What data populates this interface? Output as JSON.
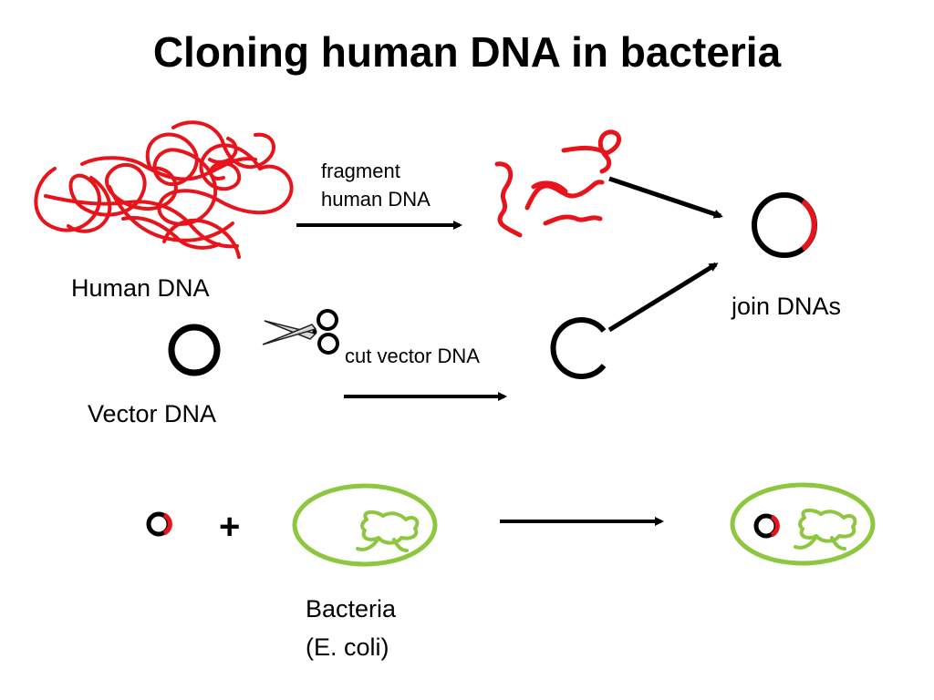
{
  "title": "Cloning human DNA in bacteria",
  "labels": {
    "human_dna": "Human DNA",
    "vector_dna": "Vector DNA",
    "fragment_line1": "fragment",
    "fragment_line2": "human DNA",
    "cut_vector": "cut vector DNA",
    "join_dnas": "join DNAs",
    "plus": "+",
    "bacteria_line1": "Bacteria",
    "bacteria_line2": "(E. coli)"
  },
  "colors": {
    "human_dna": "#e8141b",
    "bacteria": "#8dc63f",
    "vector": "#000000"
  },
  "icons": {
    "scissors": "scissors-icon"
  }
}
